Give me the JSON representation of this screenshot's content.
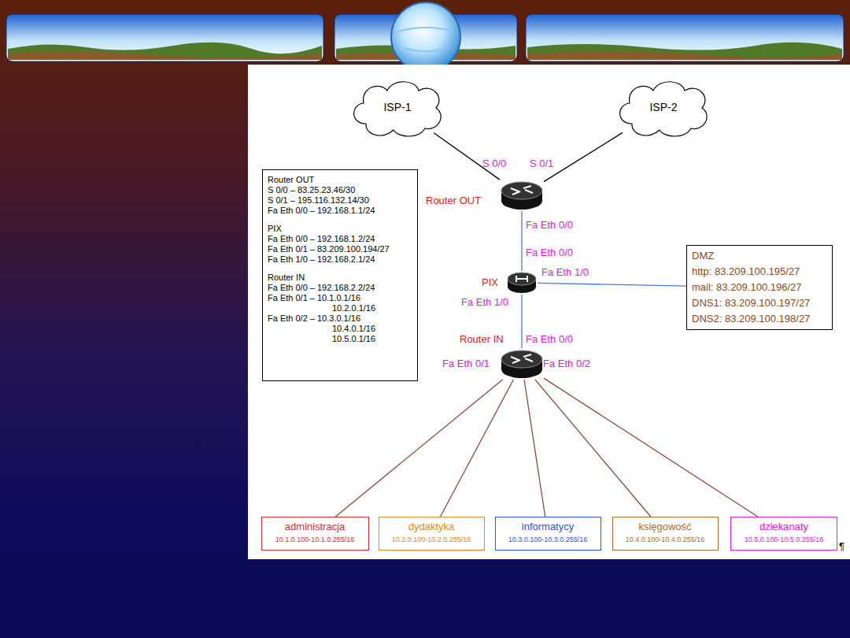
{
  "diagram": {
    "nodes": [
      {
        "text": [
          "ISP-1"
        ]
      },
      {
        "text": [
          "ISP-2"
        ]
      },
      {
        "text": [
          "Router OUT",
          "S 0/0 – 83.25.23.46/30",
          "S 0/1 – 195.116.132.14/30",
          "Fa Eth 0/0 – 192.168.1.1/24",
          "PIX",
          "Fa Eth 0/0 – 192.168.1.2/24",
          "Fa Eth 0/1 – 83.209.100.194/27",
          "Fa Eth 1/0 – 192.168.2.1/24",
          "Router IN",
          "Fa Eth 0/0 – 192.168.2.2/24",
          "Fa Eth 0/1 – 10.1.0.1/16",
          "10.2.0.1/16",
          "Fa Eth 0/2 – 10.3.0.1/16",
          "10.4.0.1/16",
          "10.5.0.1/16"
        ]
      },
      {
        "text": [
          "Router OUT"
        ]
      },
      {
        "text": [
          "DMZ",
          "http: 83.209.100.195/27",
          "mail: 83.209.100.196/27",
          "DNS1: 83.209.100.197/27",
          "DNS2: 83.209.100.198/27"
        ]
      },
      {
        "text": [
          "PIX"
        ]
      },
      {
        "text": [
          "Router IN"
        ]
      },
      {
        "text": [
          "administracja",
          "10.1.0.100-10.1.0.255/16"
        ]
      },
      {
        "text": [
          "dydaktyka",
          "10.2.0.100-10.2.0.255/16"
        ]
      },
      {
        "text": [
          "informatycy",
          "10.3.0.100-10.3.0.255/16"
        ]
      },
      {
        "text": [
          "księgowość",
          "10.4.0.100-10.4.0.255/16"
        ]
      },
      {
        "text": [
          "dziekanaty",
          "10.5.0.100-10.5.0.255/16"
        ]
      }
    ],
    "edges": [
      {
        "from": 0,
        "to": 3,
        "arrow": "none"
      },
      {
        "from": 1,
        "to": 3,
        "arrow": "none"
      },
      {
        "from": 3,
        "to": 5,
        "arrow": "none"
      },
      {
        "from": 5,
        "to": 4,
        "arrow": "none"
      },
      {
        "from": 5,
        "to": 6,
        "arrow": "none"
      },
      {
        "from": 6,
        "to": 7,
        "arrow": "none"
      },
      {
        "from": 6,
        "to": 8,
        "arrow": "none"
      },
      {
        "from": 6,
        "to": 9,
        "arrow": "none"
      },
      {
        "from": 6,
        "to": 10,
        "arrow": "none"
      },
      {
        "from": 6,
        "to": 11,
        "arrow": "none"
      }
    ],
    "labels": [
      "S 0/0",
      "S 0/1",
      "Fa Eth 0/0",
      "Fa Eth 0/0",
      "Fa Eth 1/0",
      "Fa Eth 1/0",
      "Fa Eth 0/0",
      "Fa Eth 0/1",
      "Fa Eth 0/2",
      "¶"
    ]
  }
}
